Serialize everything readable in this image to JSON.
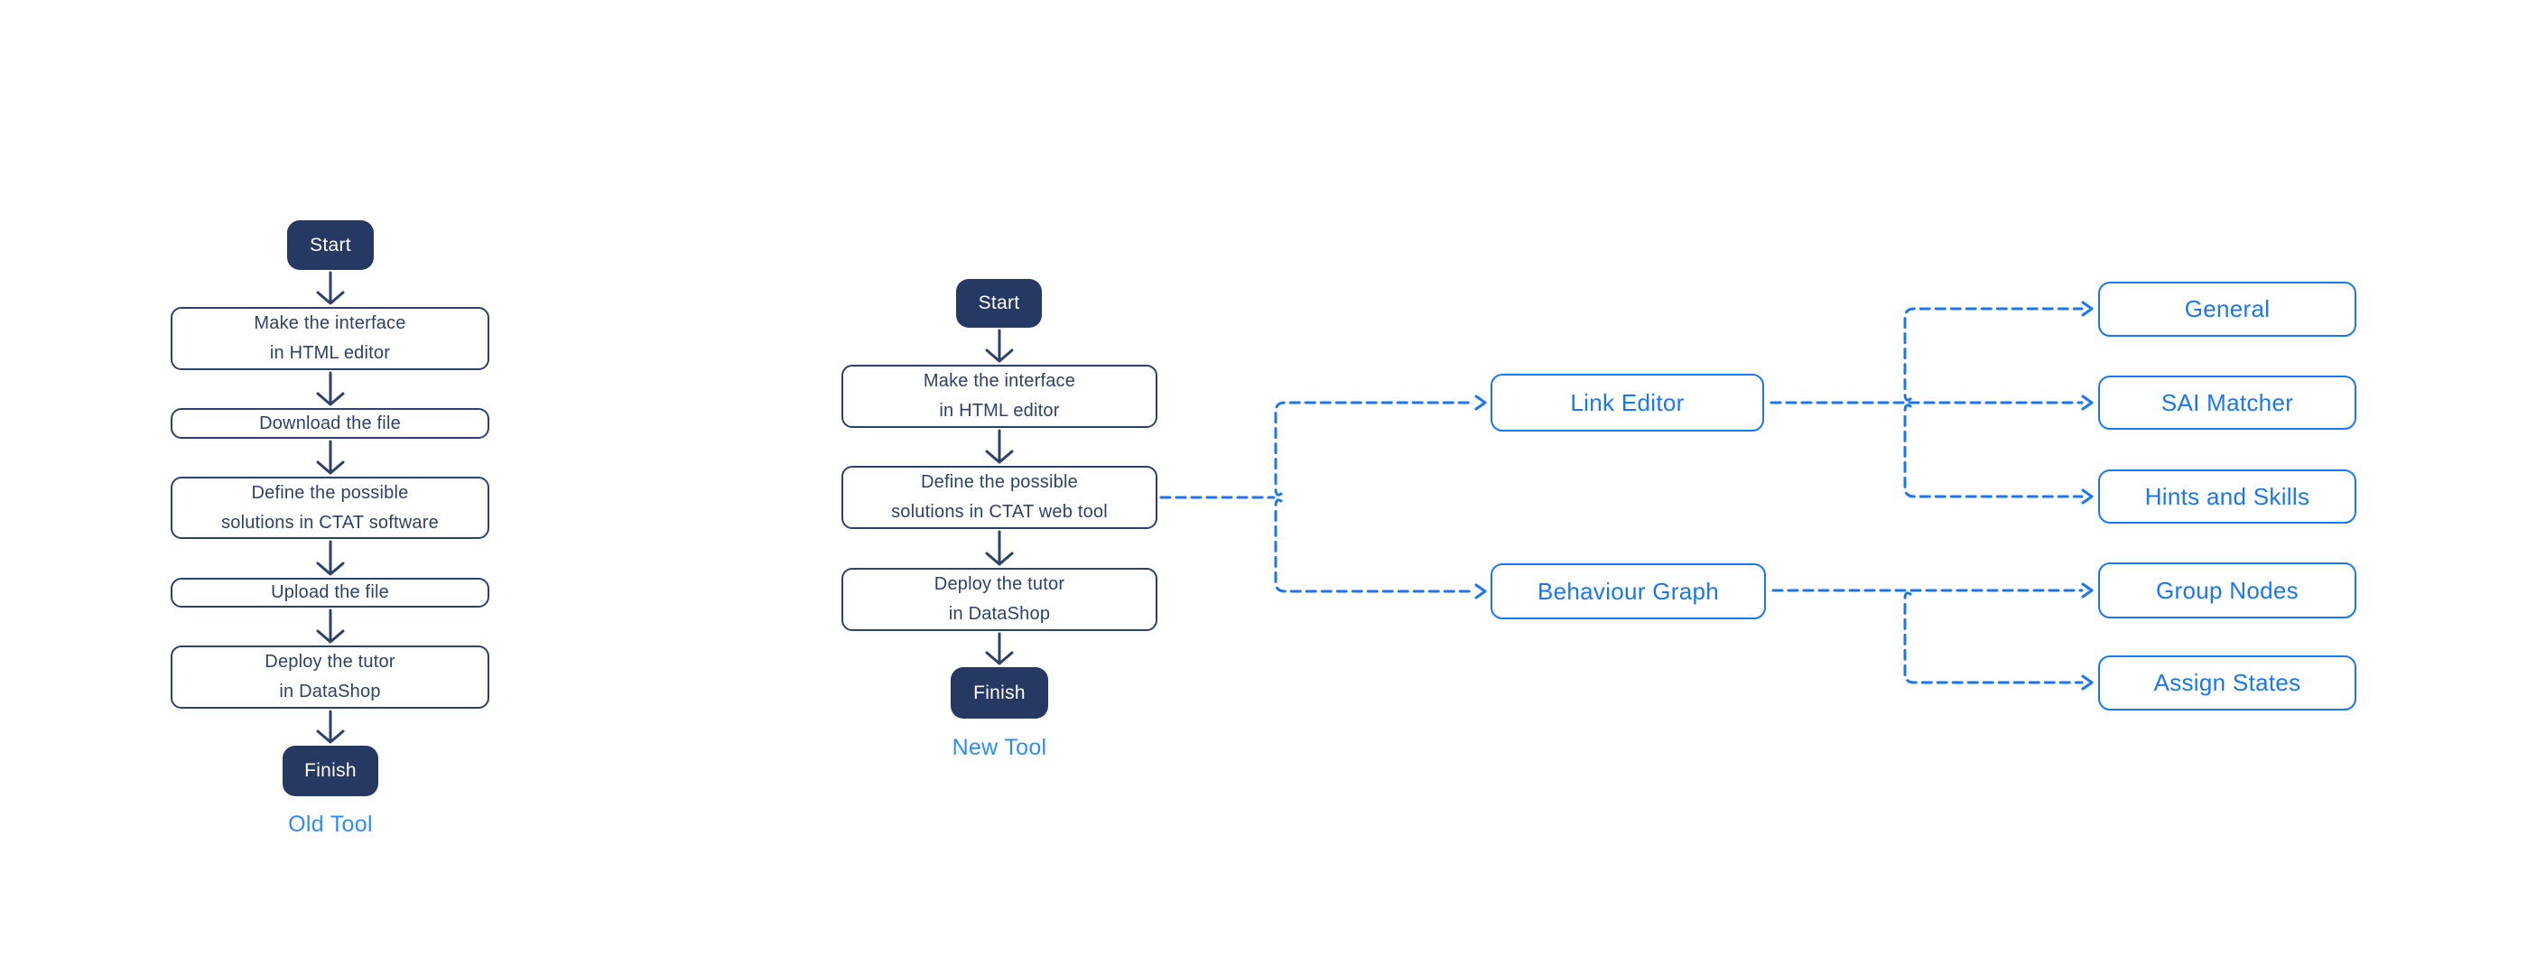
{
  "colors": {
    "background": "#ffffff",
    "navy_fill": "#253963",
    "navy_border": "#2e4169",
    "navy_text": "#2e4169",
    "accent_blue": "#1b76f3",
    "label_blue": "#2e8bff"
  },
  "old_tool": {
    "start_label": "Start",
    "steps": [
      {
        "text": "Make the interface\nin HTML editor"
      },
      {
        "text": "Download the file"
      },
      {
        "text": "Define the possible\nsolutions in CTAT software"
      },
      {
        "text": "Upload the file"
      },
      {
        "text": "Deploy the tutor\nin DataShop"
      }
    ],
    "finish_label": "Finish",
    "caption": "Old Tool"
  },
  "new_tool": {
    "start_label": "Start",
    "steps": [
      {
        "text": "Make the interface\nin HTML editor"
      },
      {
        "text": "Define the possible\nsolutions in CTAT web tool"
      },
      {
        "text": "Deploy the tutor\nin DataShop"
      }
    ],
    "finish_label": "Finish",
    "caption": "New Tool"
  },
  "branches": {
    "link_editor": {
      "label": "Link Editor",
      "children": [
        {
          "label": "General"
        },
        {
          "label": "SAI Matcher"
        },
        {
          "label": "Hints and Skills"
        }
      ]
    },
    "behaviour_graph": {
      "label": "Behaviour Graph",
      "children": [
        {
          "label": "Group Nodes"
        },
        {
          "label": "Assign States"
        }
      ]
    }
  }
}
